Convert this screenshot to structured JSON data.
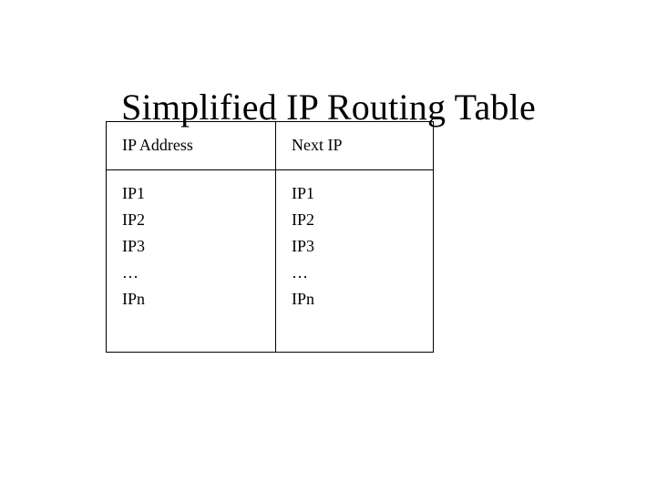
{
  "slide": {
    "title": "Simplified IP Routing Table",
    "background_color": "#ffffff",
    "text_color": "#000000",
    "border_color": "#000000"
  },
  "table": {
    "name": "simplified-ip-routing-table",
    "columns": [
      {
        "key": "ip_address",
        "header": "IP Address"
      },
      {
        "key": "next_ip",
        "header": "Next IP"
      }
    ],
    "cells": {
      "ip_address": [
        "IP1",
        "IP2",
        "IP3",
        "…",
        "IPn"
      ],
      "next_ip": [
        "IP1",
        "IP2",
        "IP3",
        "…",
        "IPn"
      ]
    }
  }
}
